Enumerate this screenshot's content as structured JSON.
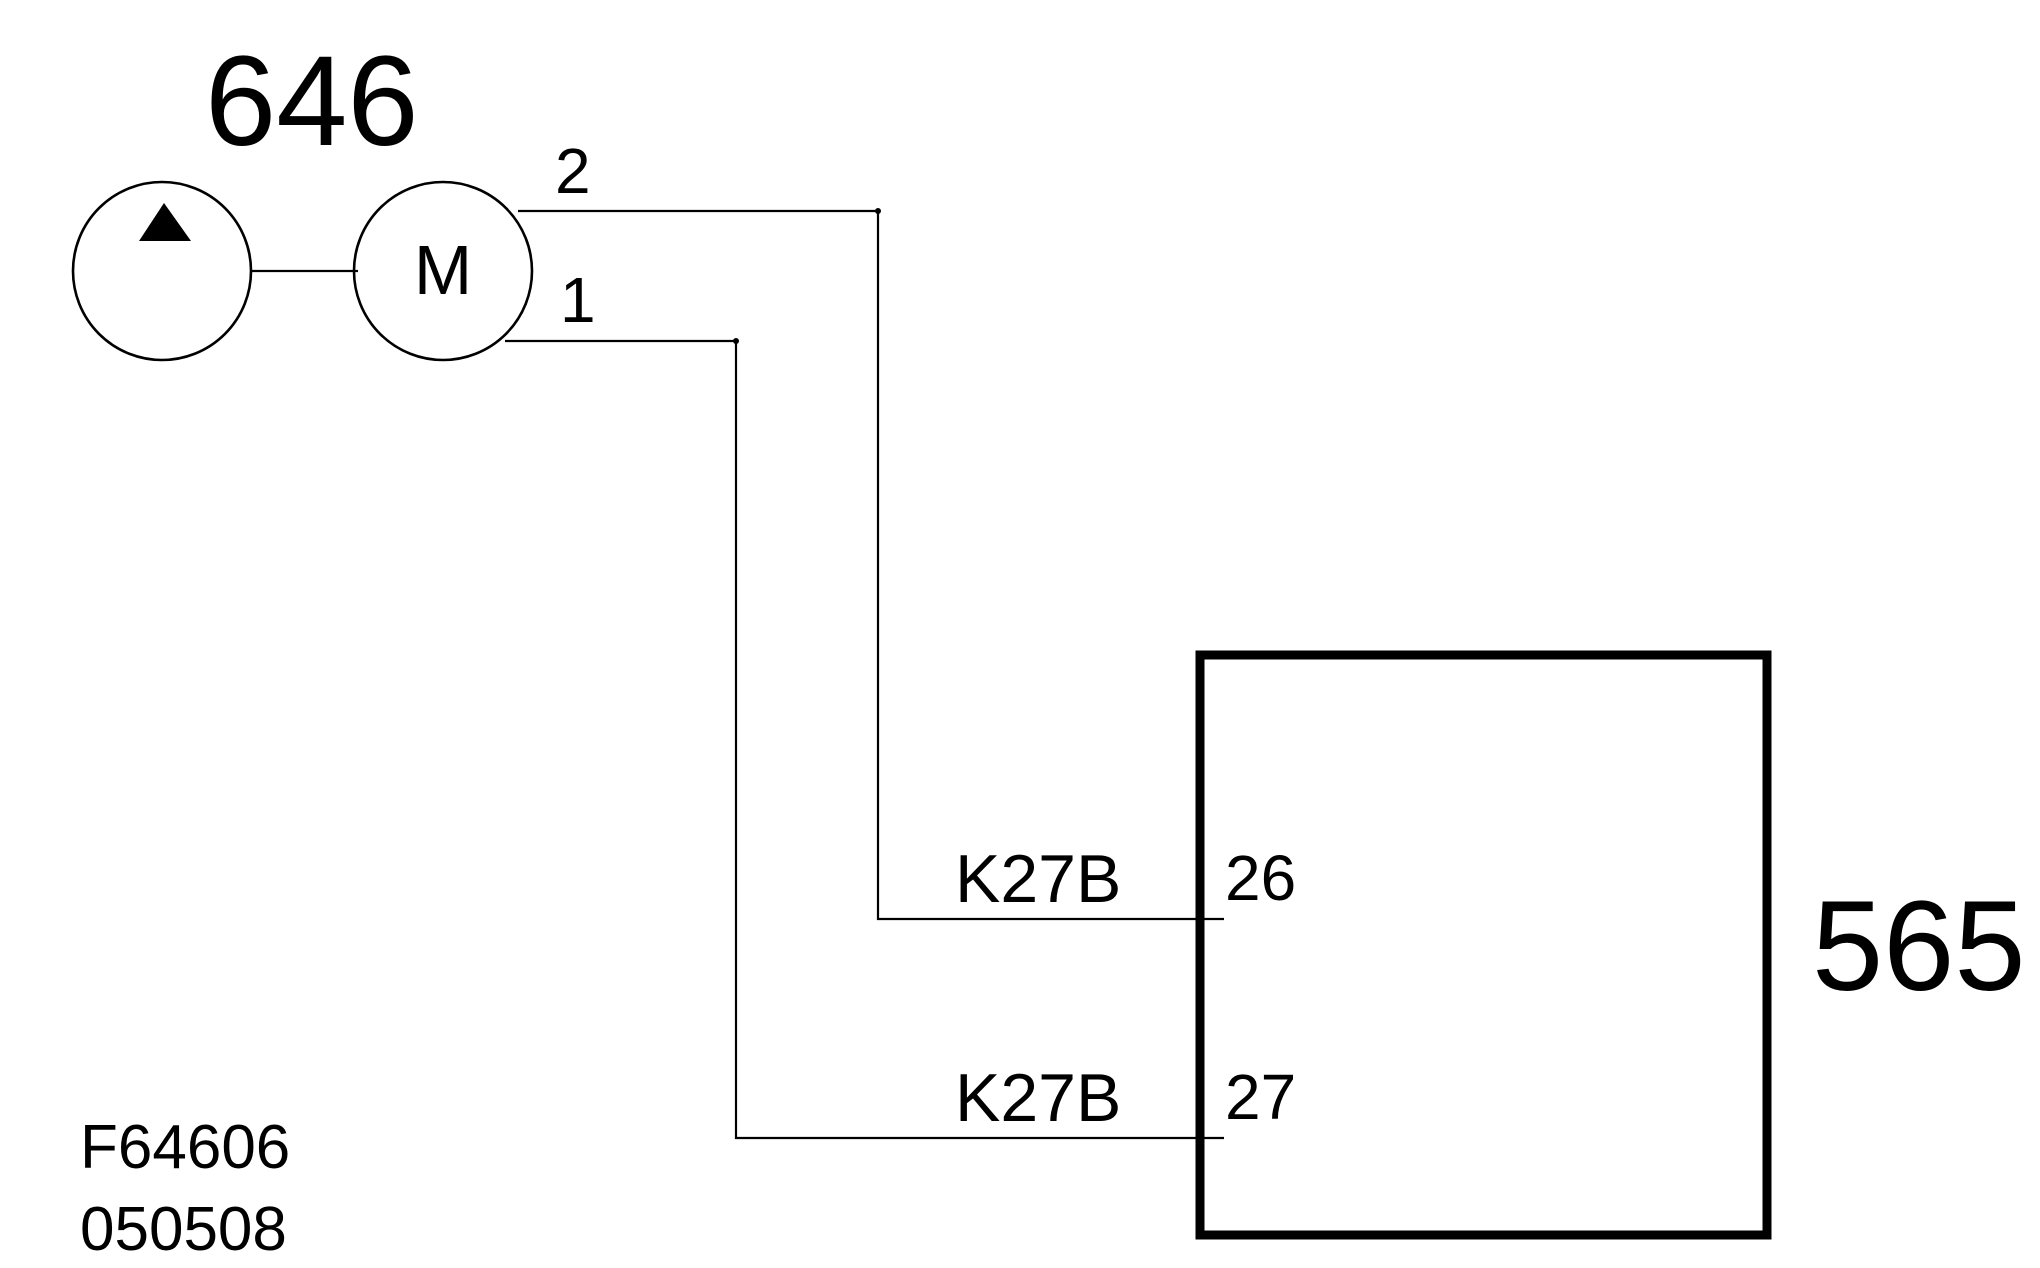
{
  "components": {
    "pump_motor": {
      "id": "646",
      "motor_letter": "M",
      "pin_top": "2",
      "pin_bottom": "1",
      "pump_icon": "triangle-up-icon"
    },
    "control_unit": {
      "id": "565",
      "pins": [
        "26",
        "27"
      ]
    }
  },
  "wires": [
    {
      "code": "K27B",
      "from_pin": "2",
      "to_pin": "26"
    },
    {
      "code": "K27B",
      "from_pin": "1",
      "to_pin": "27"
    }
  ],
  "drawing_codes": [
    "F64606",
    "050508"
  ]
}
